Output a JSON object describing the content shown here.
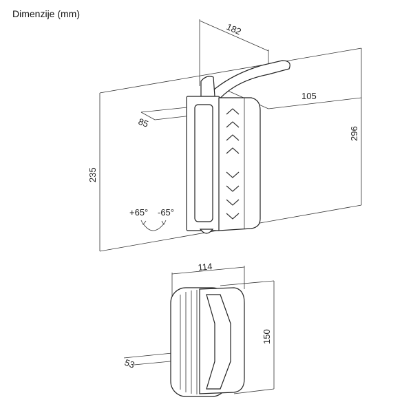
{
  "title": "Dimenzije (mm)",
  "dimensions": {
    "arm_length": "182",
    "arm_offset": "105",
    "total_height": "296",
    "depth": "85",
    "wall_span": "235",
    "rotation_plus": "+65°",
    "rotation_minus": "-65°",
    "front_width": "114",
    "front_height": "150",
    "front_depth": "53"
  }
}
